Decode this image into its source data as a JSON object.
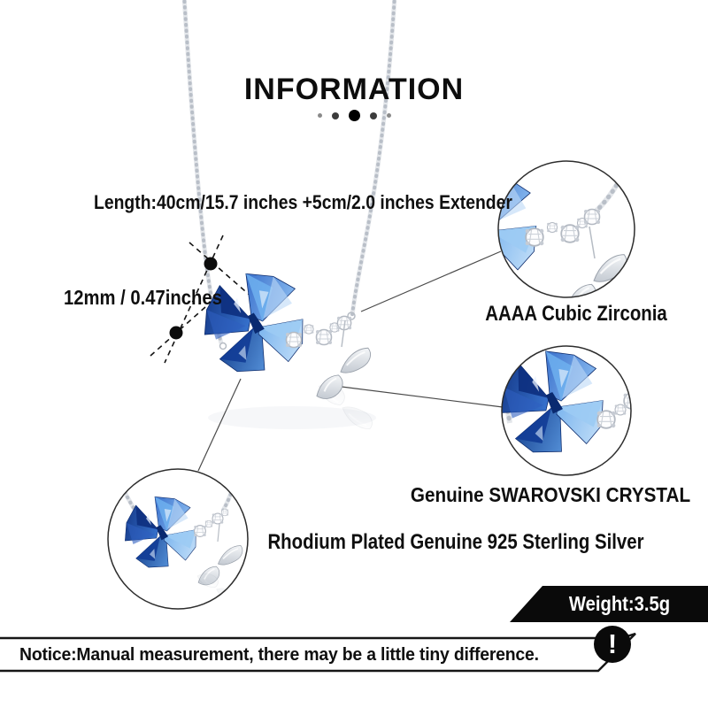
{
  "page": {
    "title": "INFORMATION"
  },
  "labels": {
    "length": "Length:40cm/15.7 inches +5cm/2.0 inches Extender",
    "pendant_size": "12mm / 0.47inches",
    "stone_quality": "AAAA Cubic Zirconia",
    "crystal": "Genuine SWAROVSKI CRYSTAL",
    "metal": "Rhodium Plated Genuine 925 Sterling Silver",
    "weight": "Weight:3.5g",
    "notice": "Notice:Manual measurement, there may be a little tiny difference."
  },
  "icons": {
    "exclamation": "!"
  },
  "colors": {
    "crystal_blue": "#2b63c6",
    "crystal_navy": "#0e2f80",
    "banner_black": "#0a0a0a",
    "text": "#0f0f0f",
    "chain_gray": "#b9bfc8"
  }
}
